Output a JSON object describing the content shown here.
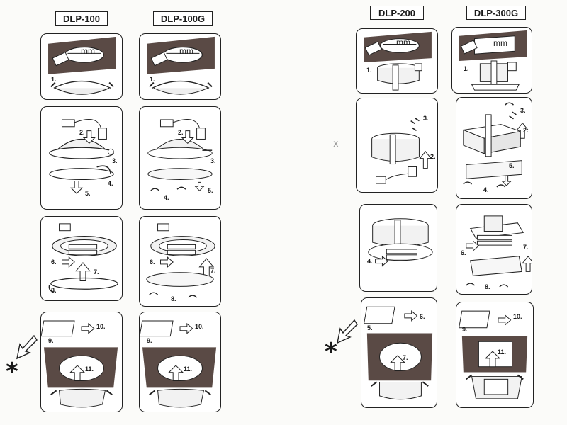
{
  "models": [
    {
      "id": "dlp100",
      "title": "DLP-100",
      "steps": [
        {
          "mm": "mm",
          "labels": [
            "1."
          ]
        },
        {
          "labels": [
            "2.",
            "3.",
            "4.",
            "5."
          ]
        },
        {
          "labels": [
            "6.",
            "7.",
            "8."
          ]
        },
        {
          "labels": [
            "9.",
            "10.",
            "11."
          ]
        }
      ]
    },
    {
      "id": "dlp100g",
      "title": "DLP-100G",
      "steps": [
        {
          "mm": "mm",
          "labels": [
            "1."
          ]
        },
        {
          "labels": [
            "2.",
            "3.",
            "4.",
            "5."
          ]
        },
        {
          "labels": [
            "6.",
            "7.",
            "8."
          ]
        },
        {
          "labels": [
            "9.",
            "10.",
            "11."
          ]
        }
      ]
    },
    {
      "id": "dlp200",
      "title": "DLP-200",
      "steps": [
        {
          "mm": "mm",
          "labels": [
            "1."
          ]
        },
        {
          "labels": [
            "2.",
            "3."
          ]
        },
        {
          "labels": [
            "4."
          ]
        },
        {
          "labels": [
            "5.",
            "6.",
            "7."
          ]
        }
      ]
    },
    {
      "id": "dlp300g",
      "title": "DLP-300G",
      "steps": [
        {
          "mm": "mm",
          "labels": [
            "1."
          ]
        },
        {
          "labels": [
            "2.",
            "3.",
            "4.",
            "5."
          ]
        },
        {
          "labels": [
            "6.",
            "7.",
            "8."
          ]
        },
        {
          "labels": [
            "9.",
            "10.",
            "11."
          ]
        }
      ]
    }
  ],
  "note_marks": [
    "*",
    "*"
  ],
  "stray_mark": "x"
}
